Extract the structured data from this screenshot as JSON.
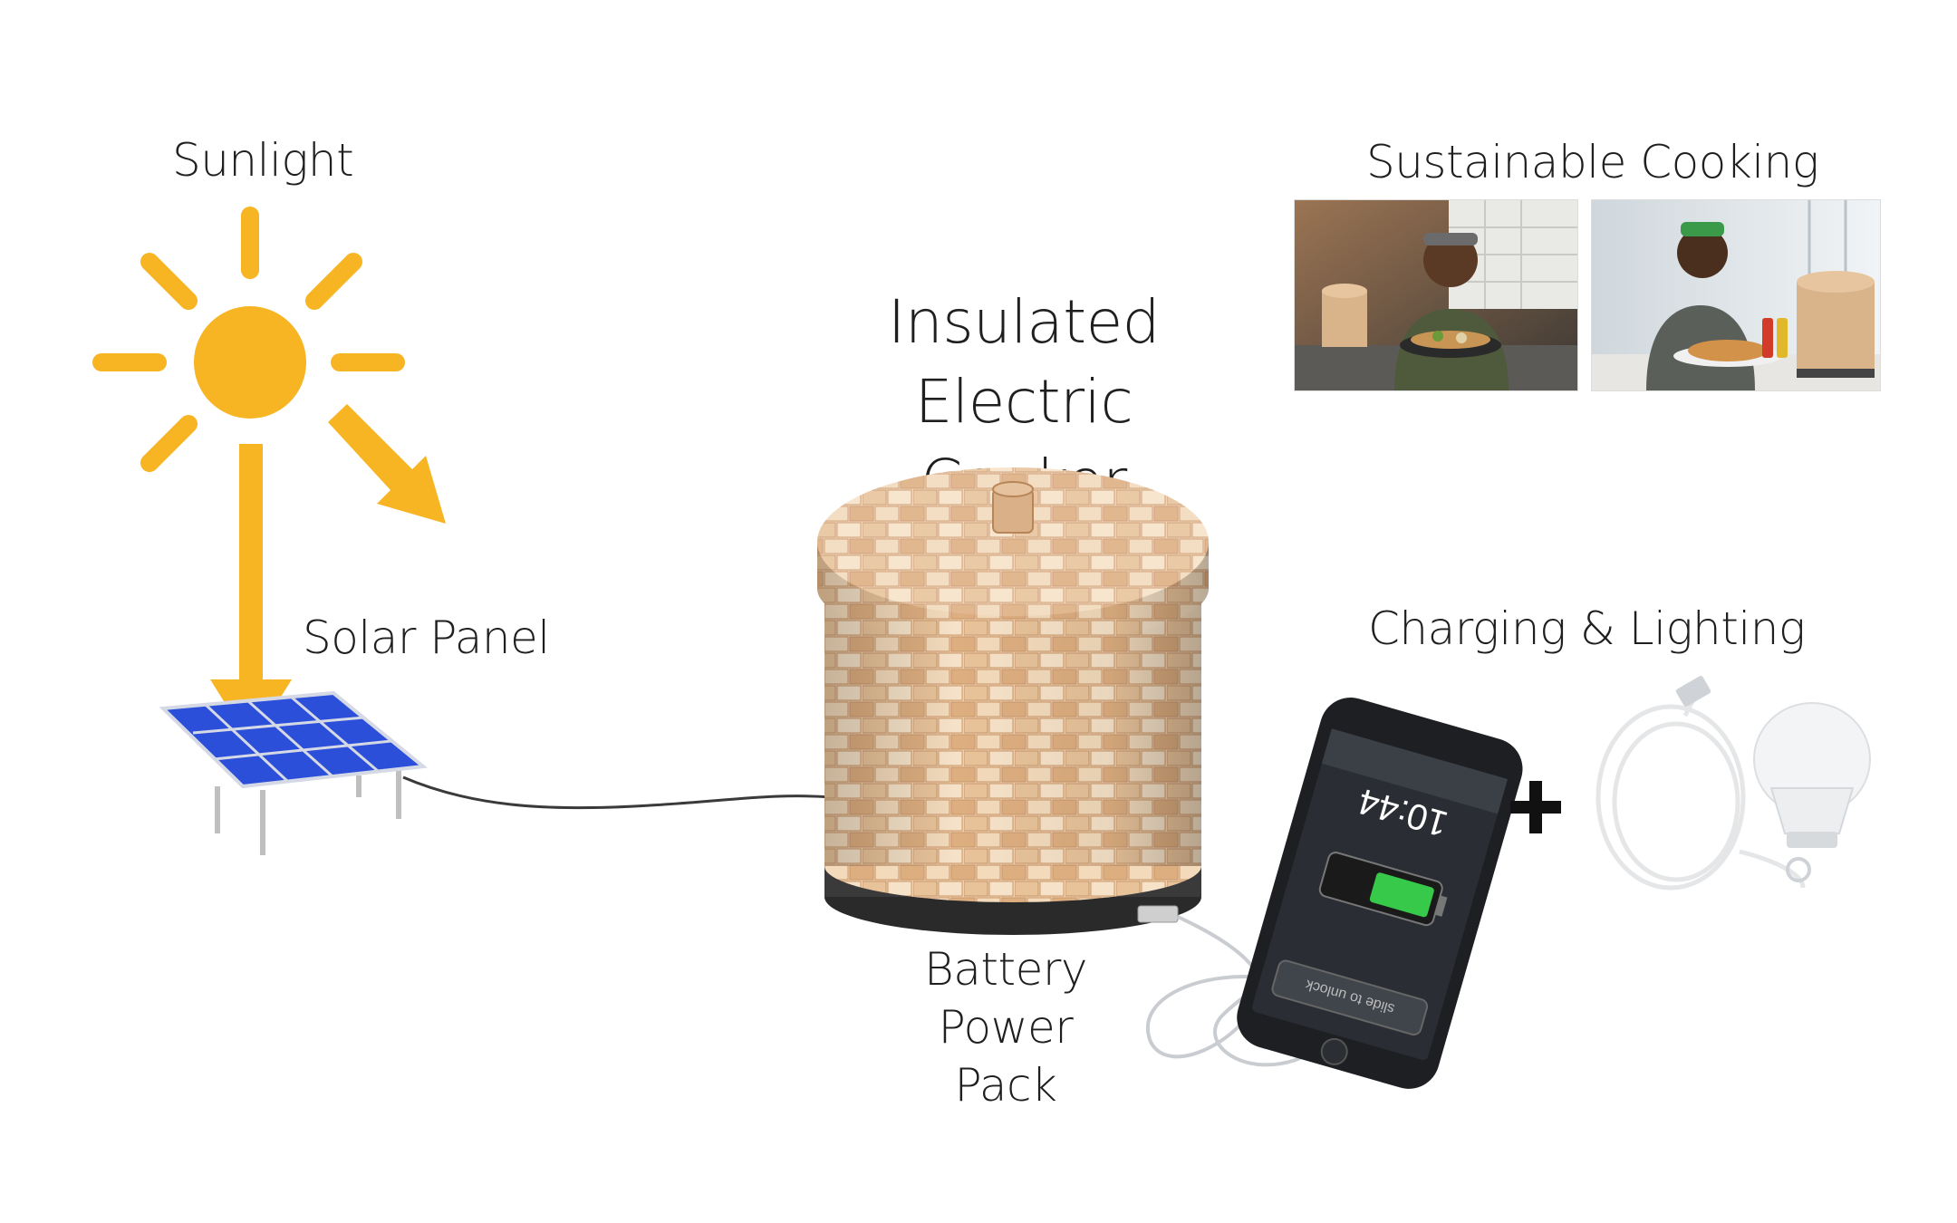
{
  "labels": {
    "sunlight": "Sunlight",
    "solar_panel": "Solar Panel",
    "cooker_line1": "Insulated Electric",
    "cooker_line2": "Cooker",
    "battery_line1": "Battery Power",
    "battery_line2": "Pack",
    "sustainable_cooking": "Sustainable Cooking",
    "charging_lighting": "Charging & Lighting"
  },
  "phone": {
    "clock": "10:44",
    "slider_text": "slide to unlock"
  },
  "plus_symbol": "+",
  "colors": {
    "sun": "#F7B523",
    "panel": "#2B4FD9",
    "wicker_light": "#F2D9B8",
    "wicker_dark": "#C9956A",
    "battery": "#37C94A"
  }
}
